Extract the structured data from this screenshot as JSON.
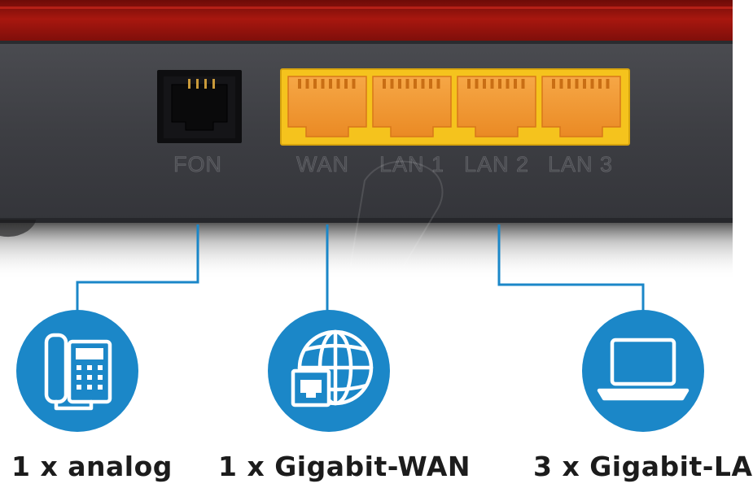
{
  "ports": {
    "fon": "FON",
    "wan": "WAN",
    "lan1": "LAN 1",
    "lan2": "LAN 2",
    "lan3": "LAN 3"
  },
  "features": [
    {
      "icon": "telephone-icon",
      "caption": "1 x analog"
    },
    {
      "icon": "globe-network-icon",
      "caption": "1 x Gigabit-WAN"
    },
    {
      "icon": "laptop-icon",
      "caption": "3 x Gigabit-LA"
    }
  ],
  "colors": {
    "router_red": "#9b1410",
    "router_body": "#3e3f44",
    "port_yellow": "#f5c31d",
    "port_orange": "#f0922c",
    "accent_blue": "#1b87c8"
  }
}
